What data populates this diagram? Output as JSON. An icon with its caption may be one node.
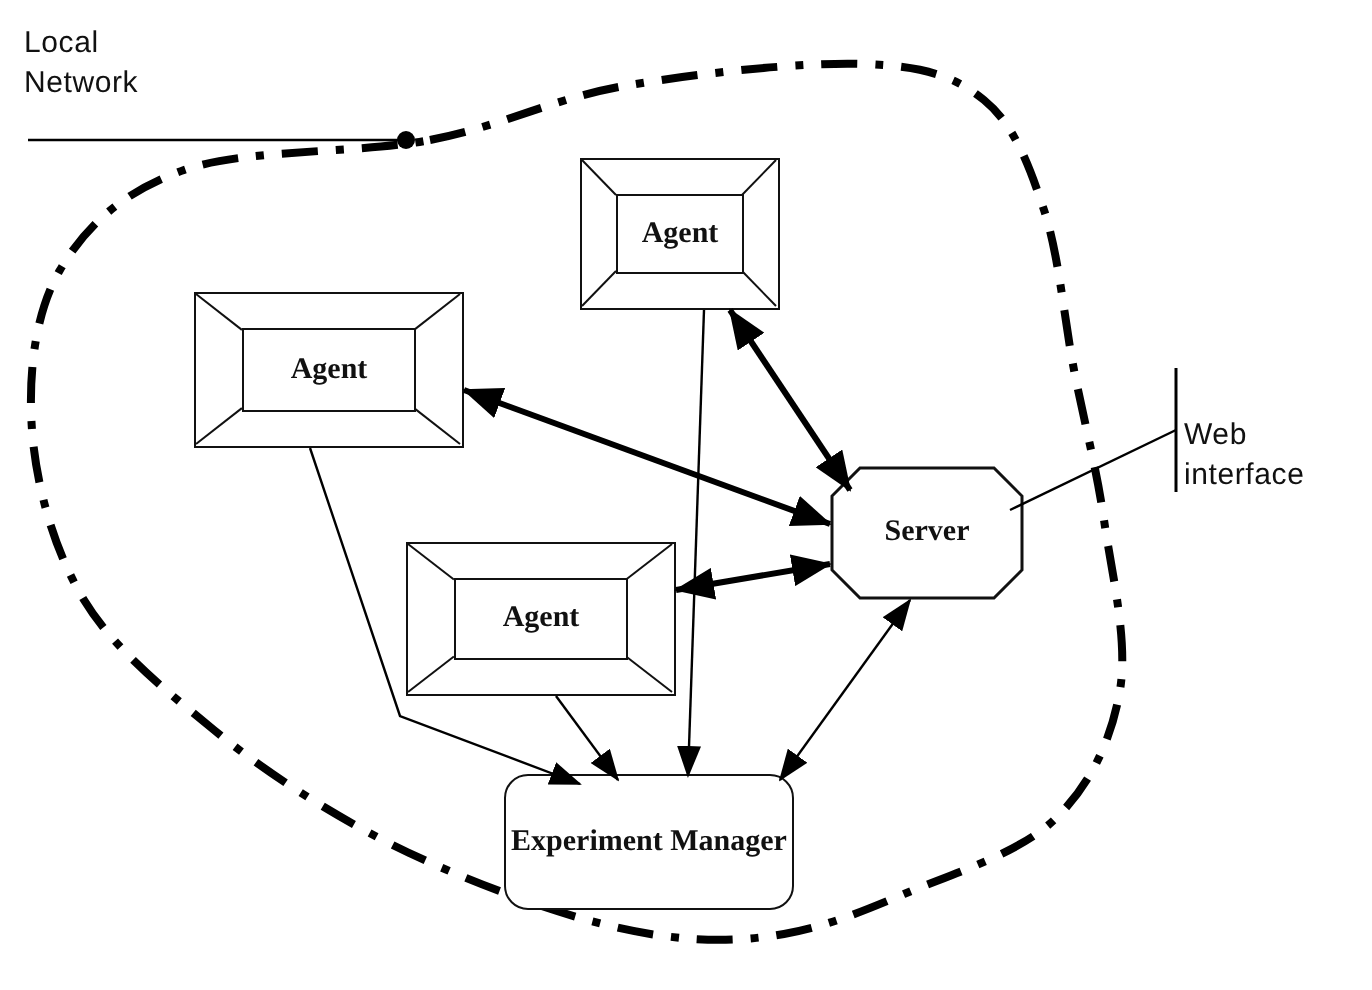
{
  "diagram": {
    "nodes": [
      {
        "text": [
          "Local Network"
        ]
      },
      {
        "text": [],
        "shape": "cloud"
      },
      {
        "text": [
          "Agent"
        ],
        "in": 1
      },
      {
        "text": [
          "Agent"
        ],
        "in": 1
      },
      {
        "text": [
          "Agent"
        ],
        "in": 1
      },
      {
        "text": [
          "Server"
        ],
        "in": 1
      },
      {
        "text": [
          "Experiment Manager"
        ],
        "in": 1
      },
      {
        "text": [
          "Web interface"
        ]
      }
    ],
    "edges": [
      {
        "from": 0,
        "to": 1,
        "arrow": "other"
      },
      {
        "from": 2,
        "to": 5,
        "arrow": "both",
        "style": "thick"
      },
      {
        "from": 3,
        "to": 5,
        "arrow": "both",
        "style": "thick"
      },
      {
        "from": 4,
        "to": 5,
        "arrow": "both",
        "style": "thick"
      },
      {
        "from": 5,
        "to": 6,
        "arrow": "both"
      },
      {
        "from": 3,
        "to": 6,
        "arrow": "to"
      },
      {
        "from": 4,
        "to": 6,
        "arrow": "to"
      },
      {
        "from": 2,
        "to": 6,
        "arrow": "to"
      },
      {
        "from": 5,
        "to": 7,
        "arrow": "other"
      }
    ]
  }
}
